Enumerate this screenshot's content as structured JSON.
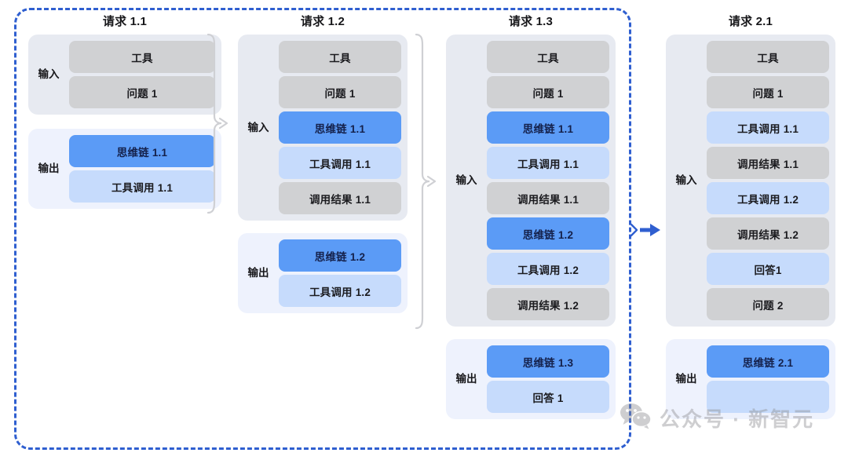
{
  "diagram": {
    "session_boundary_color": "#2f5fd0",
    "arrow_color": "#2f5fd0",
    "palette": {
      "gray_chip": "#d0d1d3",
      "blue_dark_chip": "#5b9bf6",
      "blue_light_chip": "#c6dbfc",
      "input_group_bg": "#e7eaf1",
      "output_group_bg": "#eef2fd"
    },
    "labels": {
      "input": "输入",
      "output": "输出"
    },
    "columns": [
      {
        "title": "请求 1.1",
        "groups": [
          {
            "kind": "input",
            "label": "输入",
            "items": [
              {
                "text": "工具",
                "style": "gray"
              },
              {
                "text": "问题 1",
                "style": "gray"
              }
            ]
          },
          {
            "kind": "output",
            "label": "输出",
            "items": [
              {
                "text": "思维链 1.1",
                "style": "blue-dark"
              },
              {
                "text": "工具调用 1.1",
                "style": "blue-light"
              }
            ]
          }
        ]
      },
      {
        "title": "请求 1.2",
        "groups": [
          {
            "kind": "input",
            "label": "输入",
            "items": [
              {
                "text": "工具",
                "style": "gray"
              },
              {
                "text": "问题 1",
                "style": "gray"
              },
              {
                "text": "思维链 1.1",
                "style": "blue-dark"
              },
              {
                "text": "工具调用 1.1",
                "style": "blue-light"
              },
              {
                "text": "调用结果 1.1",
                "style": "gray"
              }
            ]
          },
          {
            "kind": "output",
            "label": "输出",
            "items": [
              {
                "text": "思维链 1.2",
                "style": "blue-dark"
              },
              {
                "text": "工具调用 1.2",
                "style": "blue-light"
              }
            ]
          }
        ]
      },
      {
        "title": "请求 1.3",
        "groups": [
          {
            "kind": "input",
            "label": "输入",
            "items": [
              {
                "text": "工具",
                "style": "gray"
              },
              {
                "text": "问题 1",
                "style": "gray"
              },
              {
                "text": "思维链 1.1",
                "style": "blue-dark"
              },
              {
                "text": "工具调用 1.1",
                "style": "blue-light"
              },
              {
                "text": "调用结果 1.1",
                "style": "gray"
              },
              {
                "text": "思维链 1.2",
                "style": "blue-dark"
              },
              {
                "text": "工具调用 1.2",
                "style": "blue-light"
              },
              {
                "text": "调用结果 1.2",
                "style": "gray"
              }
            ]
          },
          {
            "kind": "output",
            "label": "输出",
            "items": [
              {
                "text": "思维链 1.3",
                "style": "blue-dark"
              },
              {
                "text": "回答 1",
                "style": "blue-light"
              }
            ]
          }
        ]
      },
      {
        "title": "请求 2.1",
        "groups": [
          {
            "kind": "input",
            "label": "输入",
            "items": [
              {
                "text": "工具",
                "style": "gray"
              },
              {
                "text": "问题 1",
                "style": "gray"
              },
              {
                "text": "工具调用 1.1",
                "style": "blue-light"
              },
              {
                "text": "调用结果 1.1",
                "style": "gray"
              },
              {
                "text": "工具调用 1.2",
                "style": "blue-light"
              },
              {
                "text": "调用结果 1.2",
                "style": "gray"
              },
              {
                "text": "回答1",
                "style": "blue-light"
              },
              {
                "text": "问题 2",
                "style": "gray"
              }
            ]
          },
          {
            "kind": "output",
            "label": "输出",
            "items": [
              {
                "text": "思维链 2.1",
                "style": "blue-dark"
              },
              {
                "text": "",
                "style": "blue-light"
              }
            ]
          }
        ]
      }
    ]
  },
  "watermark": {
    "text": "公众号 · 新智元",
    "icon": "wechat-icon"
  }
}
